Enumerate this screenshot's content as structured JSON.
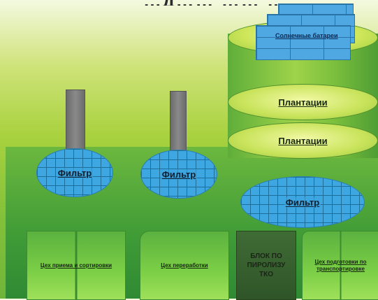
{
  "title_fragment": "…д…… …… …",
  "tank": {
    "solar_label": "Солнечные батареи",
    "plantation_1": "Плантации",
    "plantation_2": "Плантации",
    "filter": "Фильтр"
  },
  "factory": {
    "filter_1": "Фильтр",
    "filter_2": "Фильтр",
    "shops": [
      {
        "label": "Цех приема и сортировки"
      },
      {
        "label": "Цех переработки"
      },
      {
        "label": "БЛОК ПО\nПИРОЛИЗУ\nТКО"
      },
      {
        "label": "Цех подготовки по транспортировке"
      }
    ]
  },
  "colors": {
    "filter": "#3ea6e0",
    "panel": "#4fa8e2",
    "factory": "#3f9b36",
    "pyrolysis_block": "#2f5528"
  }
}
